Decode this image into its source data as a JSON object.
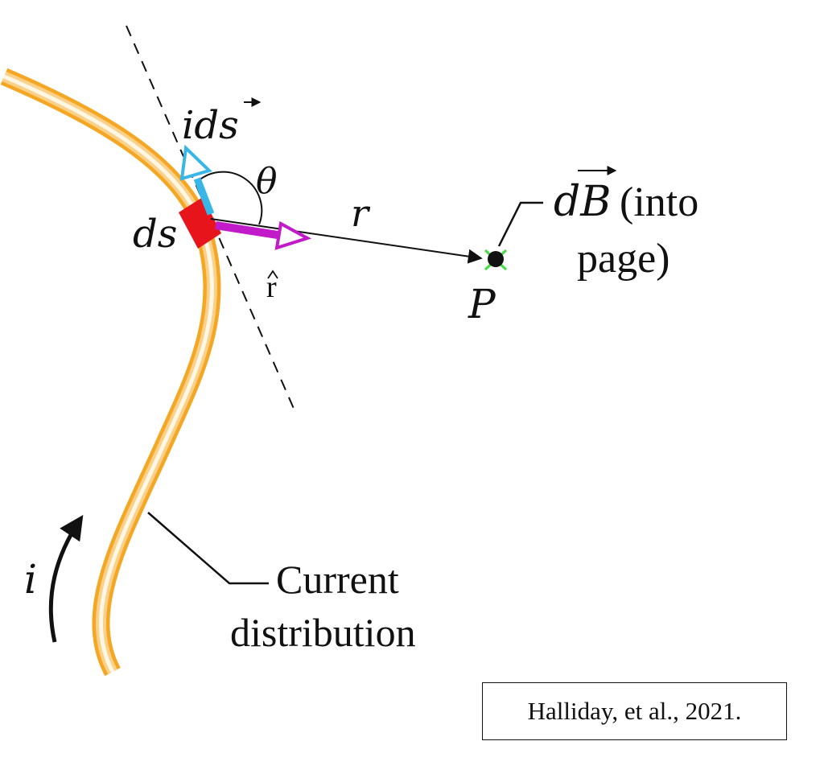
{
  "labels": {
    "current_element": "ids",
    "theta": "θ",
    "element_length": "ds",
    "distance": "r",
    "unit_vector": "r̂",
    "point": "P",
    "field_symbol": "dB",
    "field_note_line1": "(into",
    "field_note_line2": "page)",
    "current": "i",
    "distribution_line1": "Current",
    "distribution_line2": "distribution"
  },
  "citation": "Halliday, et al., 2021.",
  "colors": {
    "wire": "#f5a623",
    "wire_core": "#fff4dc",
    "segment": "#e8141b",
    "current_vector": "#39b6e8",
    "unit_vector": "#c11bc9",
    "point": "#111111",
    "point_cross": "#3de03d"
  }
}
